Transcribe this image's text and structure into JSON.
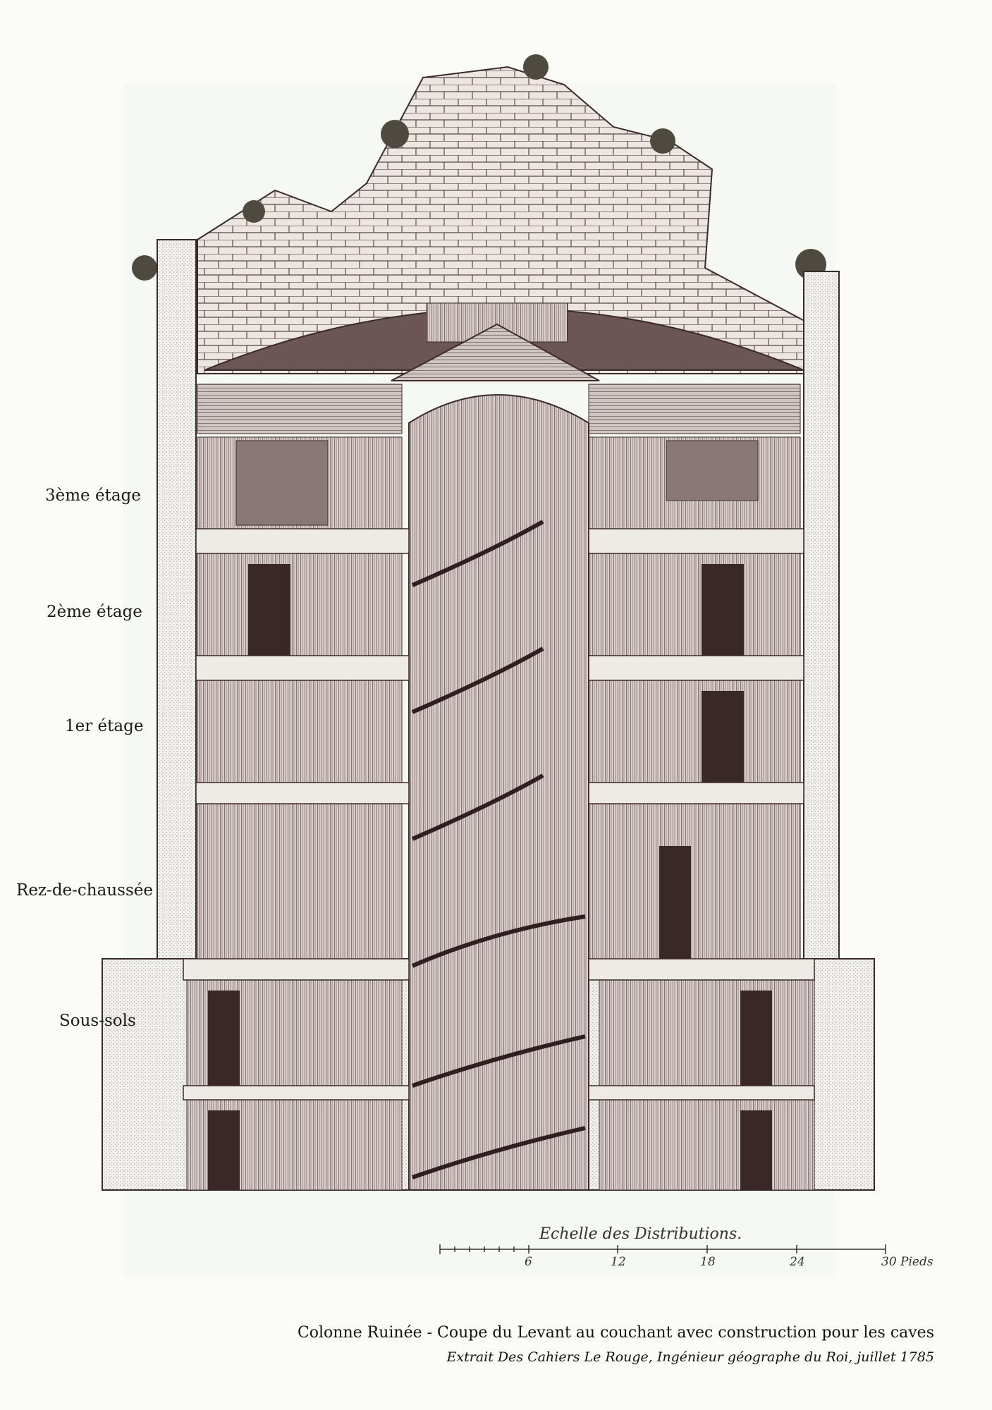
{
  "floor_labels": [
    "3ème étage",
    "2ème étage",
    "1er étage",
    "Rez-de-chaussée",
    "Sous-sols"
  ],
  "scale": {
    "title": "Echelle des Distributions.",
    "ticks": [
      "6",
      "12",
      "18",
      "24",
      "30 Pieds"
    ]
  },
  "caption": {
    "title": "Colonne Ruinée - Coupe du Levant au couchant avec construction pour les caves",
    "subtitle": "Extrait Des Cahiers Le Rouge, Ingénieur géographe du Roi, juillet 1785"
  },
  "colors": {
    "ink": "#3a2a2a",
    "paper": "#fbfbf8",
    "wood": "#6b5050"
  }
}
